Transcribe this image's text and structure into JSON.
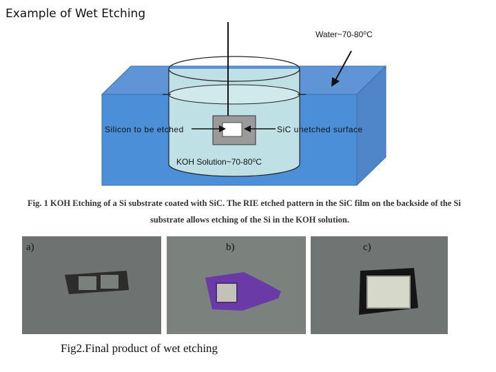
{
  "title": "Example of Wet Etching",
  "diagram": {
    "water_label": "Water~70-80⁰C",
    "silicon_label": "Silicon to be etched",
    "sic_label": "SiC unetched surface",
    "koh_label": "KOH Solution~70-80⁰C"
  },
  "fig1_caption": {
    "line1": "Fig. 1 KOH Etching of a Si substrate coated with SiC. The RIE etched pattern in the SiC film on the backside of the Si",
    "line2": "substrate allows etching of the Si in the KOH solution."
  },
  "photos": [
    {
      "label": "a)",
      "bg": "#6a6f6d"
    },
    {
      "label": "b)",
      "bg": "#7a817c"
    },
    {
      "label": "c)",
      "bg": "#6d7270"
    }
  ],
  "fig2_caption": "Fig2.Final product of wet etching"
}
